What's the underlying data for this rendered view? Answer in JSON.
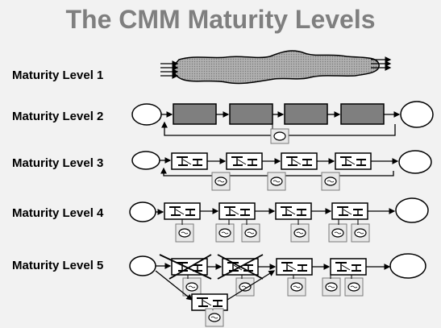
{
  "slide": {
    "title": "The CMM Maturity Levels",
    "levels": [
      {
        "id": "l1",
        "label": "Maturity Level 1"
      },
      {
        "id": "l2",
        "label": "Maturity Level 2"
      },
      {
        "id": "l3",
        "label": "Maturity Level 3"
      },
      {
        "id": "l4",
        "label": "Maturity Level 4"
      },
      {
        "id": "l5",
        "label": "Maturity Level 5"
      }
    ]
  },
  "colors": {
    "background": "#f2f2f2",
    "title": "#7f7f7f",
    "box_fill_level2": "#7f7f7f",
    "cloud_fill": "#a6a6a6"
  }
}
